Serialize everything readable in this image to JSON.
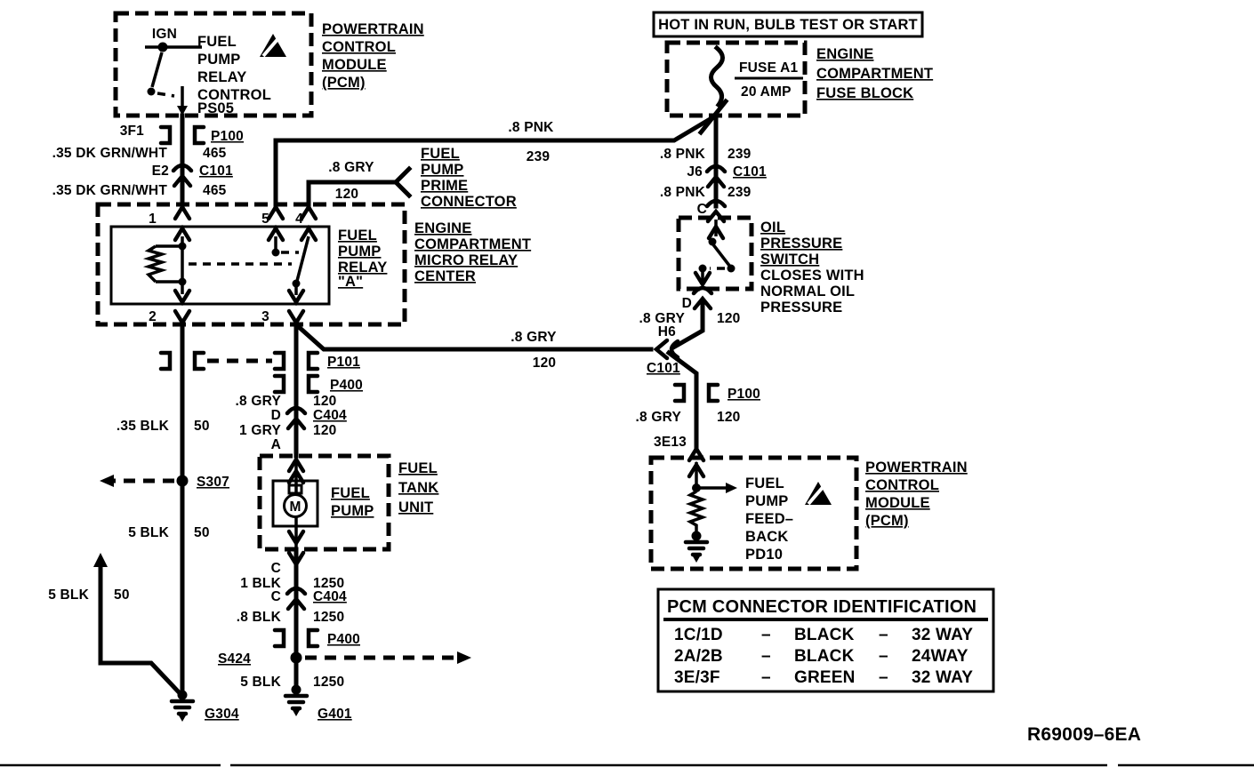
{
  "colors": {
    "ink": "#000000",
    "paper": "#ffffff"
  },
  "banner": {
    "text": "HOT IN RUN,  BULB TEST OR START"
  },
  "ref": "R69009–6EA",
  "fuse": {
    "line1": "FUSE A1",
    "line2": "20 AMP",
    "block": [
      "ENGINE",
      "COMPARTMENT",
      "FUSE BLOCK"
    ]
  },
  "pcm_top": {
    "ign": "IGN",
    "func": [
      "FUEL",
      "PUMP",
      "RELAY",
      "CONTROL",
      "PS05"
    ],
    "name": [
      "POWERTRAIN",
      "CONTROL",
      "MODULE",
      "(PCM)"
    ]
  },
  "left_chain": {
    "pin_3f1": "3F1",
    "p100": "P100",
    "wire1_color": ".35 DK GRN/WHT",
    "wire1_ckt": "465",
    "pin_e2": "E2",
    "c101": "C101",
    "wire2_color": ".35 DK GRN/WHT",
    "wire2_ckt": "465"
  },
  "relay": {
    "pins": {
      "p1": "1",
      "p5": "5",
      "p4": "4",
      "p2": "2",
      "p3": "3"
    },
    "name": [
      "FUEL",
      "PUMP",
      "RELAY",
      "\"A\""
    ],
    "center": [
      "ENGINE",
      "COMPARTMENT",
      "MICRO RELAY",
      "CENTER"
    ]
  },
  "prime": {
    "wire_color": ".8 GRY",
    "wire_ckt": "120",
    "name": [
      "FUEL",
      "PUMP",
      "PRIME",
      "CONNECTOR"
    ]
  },
  "pnk_feed": {
    "color": ".8 PNK",
    "ckt": "239"
  },
  "right_chain": {
    "pnk1_color": ".8 PNK",
    "pnk1_ckt": "239",
    "pin_j6": "J6",
    "c101": "C101",
    "pnk2_color": ".8 PNK",
    "pnk2_ckt": "239",
    "pin_c": "C",
    "ops_name": [
      "OIL",
      "PRESSURE",
      "SWITCH"
    ],
    "ops_desc": [
      "CLOSES WITH",
      "NORMAL OIL",
      "PRESSURE"
    ],
    "pin_d": "D",
    "gry1_color": ".8 GRY",
    "gry1_ckt": "120",
    "pin_h6": "H6",
    "c101b": "C101",
    "p100": "P100",
    "gry2_color": ".8 GRY",
    "gry2_ckt": "120",
    "pin_3e13": "3E13"
  },
  "mid_wire": {
    "color": ".8 GRY",
    "ckt": "120"
  },
  "pcm_bottom": {
    "func": [
      "FUEL",
      "PUMP",
      "FEED–",
      "BACK",
      "PD10"
    ],
    "name": [
      "POWERTRAIN",
      "CONTROL",
      "MODULE",
      "(PCM)"
    ]
  },
  "pump_branch": {
    "p101": "P101",
    "p400": "P400",
    "w1_color": ".8 GRY",
    "w1_ckt": "120",
    "pin_d": "D",
    "c404": "C404",
    "w2_color": "1 GRY",
    "w2_ckt": "120",
    "pin_a": "A",
    "tank": [
      "FUEL",
      "TANK",
      "UNIT"
    ],
    "pump": [
      "FUEL",
      "PUMP"
    ],
    "motor": "M",
    "pin_c1": "C",
    "w3_color": "1 BLK",
    "w3_ckt": "1250",
    "pin_c2": "C",
    "c404b": "C404",
    "w4_color": ".8 BLK",
    "w4_ckt": "1250",
    "p400b": "P400",
    "s424": "S424",
    "w5_color": "5 BLK",
    "w5_ckt": "1250",
    "g401": "G401"
  },
  "ground_branch": {
    "w1_color": ".35 BLK",
    "w1_ckt": "50",
    "s307": "S307",
    "w2_color": "5 BLK",
    "w2_ckt": "50",
    "w3_color": "5 BLK",
    "w3_ckt": "50",
    "g304": "G304"
  },
  "table": {
    "title": "PCM CONNECTOR IDENTIFICATION",
    "rows": [
      {
        "conn": "1C/1D",
        "d1": "–",
        "color": "BLACK",
        "d2": "–",
        "ways": "32 WAY"
      },
      {
        "conn": "2A/2B",
        "d1": "–",
        "color": "BLACK",
        "d2": "–",
        "ways": "24WAY"
      },
      {
        "conn": "3E/3F",
        "d1": "–",
        "color": "GREEN",
        "d2": "–",
        "ways": "32 WAY"
      }
    ]
  }
}
